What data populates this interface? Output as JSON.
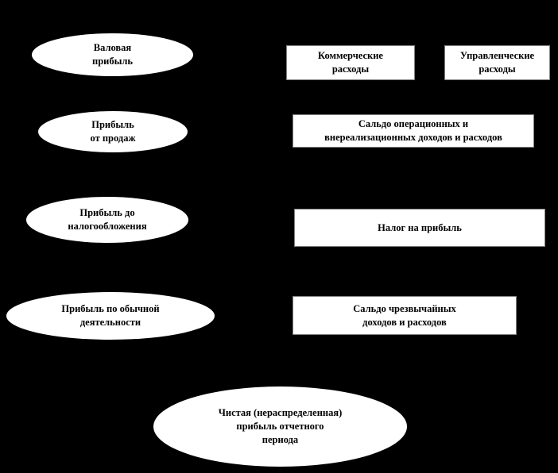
{
  "diagram": {
    "type": "flowchart",
    "colors": {
      "background": "#000000",
      "shape_fill": "#ffffff",
      "text": "#000000"
    },
    "nodes": {
      "gross_profit": {
        "shape": "ellipse",
        "label": "Валовая\nприбыль"
      },
      "commercial_expenses": {
        "shape": "rect",
        "label": "Коммерческие\nрасходы"
      },
      "admin_expenses": {
        "shape": "rect",
        "label": "Управленческие\nрасходы"
      },
      "sales_profit": {
        "shape": "ellipse",
        "label": "Прибыль\nот продаж"
      },
      "operating_balance": {
        "shape": "rect",
        "label": "Сальдо операционных и\nвнереализационных доходов и расходов"
      },
      "pretax_profit": {
        "shape": "ellipse",
        "label": "Прибыль до\nналогообложения"
      },
      "income_tax": {
        "shape": "rect",
        "label": "Налог на прибыль"
      },
      "ordinary_profit": {
        "shape": "ellipse",
        "label": "Прибыль по обычной\nдеятельности"
      },
      "extraordinary_balance": {
        "shape": "rect",
        "label": "Сальдо чрезвычайных\nдоходов и расходов"
      },
      "net_profit": {
        "shape": "ellipse",
        "label": "Чистая (нераспределенная)\nприбыль отчетного\nпериода"
      }
    }
  }
}
